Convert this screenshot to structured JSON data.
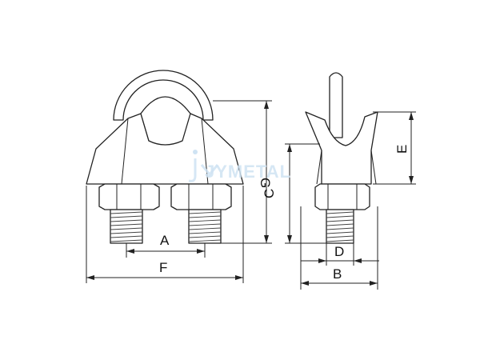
{
  "diagram": {
    "dimension_labels": {
      "a": "A",
      "b": "B",
      "c": "C",
      "d": "D",
      "e": "E",
      "f": "F",
      "g": "G"
    },
    "watermark": {
      "brand_text": "JYMETAL"
    },
    "colors": {
      "line": "#222222",
      "watermark": "#cfe3f3",
      "background": "#ffffff"
    }
  }
}
